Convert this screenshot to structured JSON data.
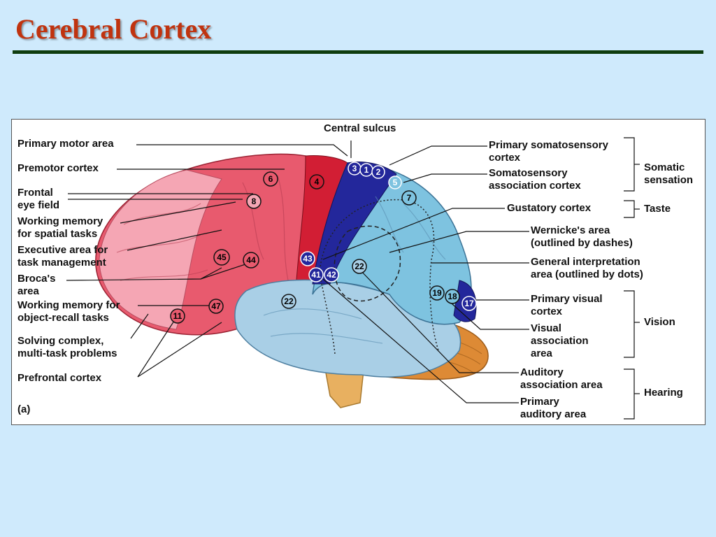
{
  "title": "Cerebral Cortex",
  "figure_tag": "(a)",
  "colors": {
    "title": "#c0330f",
    "frontal": "#e85a6e",
    "prefrontal": "#f5a6b4",
    "motor": "#d21e34",
    "somatosensory": "#23279b",
    "association_blue": "#7ec3e0",
    "temporal": "#a9cfe6",
    "cerebellum": "#dd8a35",
    "background": "#cfeafc"
  },
  "labels_left": {
    "primary_motor": "Primary motor area",
    "premotor": "Premotor cortex",
    "frontal_eye": "Frontal\neye field",
    "working_spatial": "Working memory\nfor spatial tasks",
    "executive": "Executive area for\ntask management",
    "broca": "Broca's\narea",
    "working_object": "Working memory for\nobject-recall tasks",
    "solving": "Solving complex,\nmulti-task problems",
    "prefrontal": "Prefrontal cortex"
  },
  "labels_top": {
    "central_sulcus": "Central sulcus"
  },
  "labels_right": {
    "primary_somatosensory": "Primary somatosensory\ncortex",
    "somatosensory_assoc": "Somatosensory\nassociation cortex",
    "gustatory": "Gustatory cortex",
    "wernicke": "Wernicke's area\n(outlined by dashes)",
    "general_interp": "General interpretation\narea (outlined by dots)",
    "primary_visual": "Primary visual\ncortex",
    "visual_assoc": "Visual\nassociation\narea",
    "auditory_assoc": "Auditory\nassociation area",
    "primary_auditory": "Primary\nauditory area"
  },
  "groups": {
    "somatic": "Somatic\nsensation",
    "taste": "Taste",
    "vision": "Vision",
    "hearing": "Hearing"
  },
  "areas": [
    "6",
    "4",
    "8",
    "3",
    "1",
    "2",
    "5",
    "7",
    "45",
    "44",
    "43",
    "41",
    "42",
    "22",
    "22",
    "47",
    "11",
    "19",
    "18",
    "17"
  ]
}
